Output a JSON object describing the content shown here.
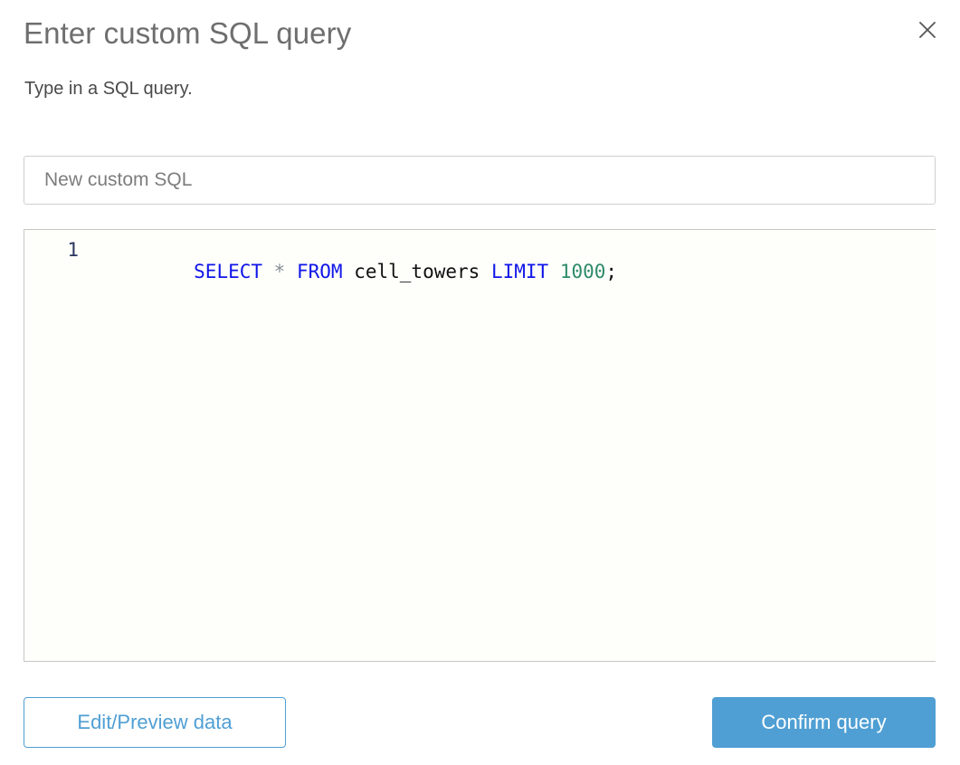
{
  "dialog": {
    "title": "Enter custom SQL query",
    "subtitle": "Type in a SQL query.",
    "close_icon": "close-icon",
    "accent_color": "#4f9fd4",
    "border_color": "#cfcfcf"
  },
  "name_field": {
    "value": "New custom SQL",
    "placeholder": "New custom SQL"
  },
  "editor": {
    "lines": [
      {
        "number": "1",
        "tokens": [
          {
            "text": "SELECT",
            "type": "keyword",
            "color": "#0f15e8"
          },
          {
            "text": " ",
            "type": "plain",
            "color": "#111111"
          },
          {
            "text": "*",
            "type": "operator",
            "color": "#8a8f96"
          },
          {
            "text": " ",
            "type": "plain",
            "color": "#111111"
          },
          {
            "text": "FROM",
            "type": "keyword",
            "color": "#0f15e8"
          },
          {
            "text": " ",
            "type": "plain",
            "color": "#111111"
          },
          {
            "text": "cell_towers",
            "type": "identifier",
            "color": "#111111"
          },
          {
            "text": " ",
            "type": "plain",
            "color": "#111111"
          },
          {
            "text": "LIMIT",
            "type": "keyword",
            "color": "#0f15e8"
          },
          {
            "text": " ",
            "type": "plain",
            "color": "#111111"
          },
          {
            "text": "1000",
            "type": "number",
            "color": "#2e8b6b"
          },
          {
            "text": ";",
            "type": "punctuation",
            "color": "#111111"
          }
        ],
        "plain_text": "SELECT * FROM cell_towers LIMIT 1000;"
      }
    ],
    "gutter_color": "#2b3560",
    "background": "#fefefb"
  },
  "footer": {
    "secondary_label": "Edit/Preview data",
    "primary_label": "Confirm query"
  }
}
